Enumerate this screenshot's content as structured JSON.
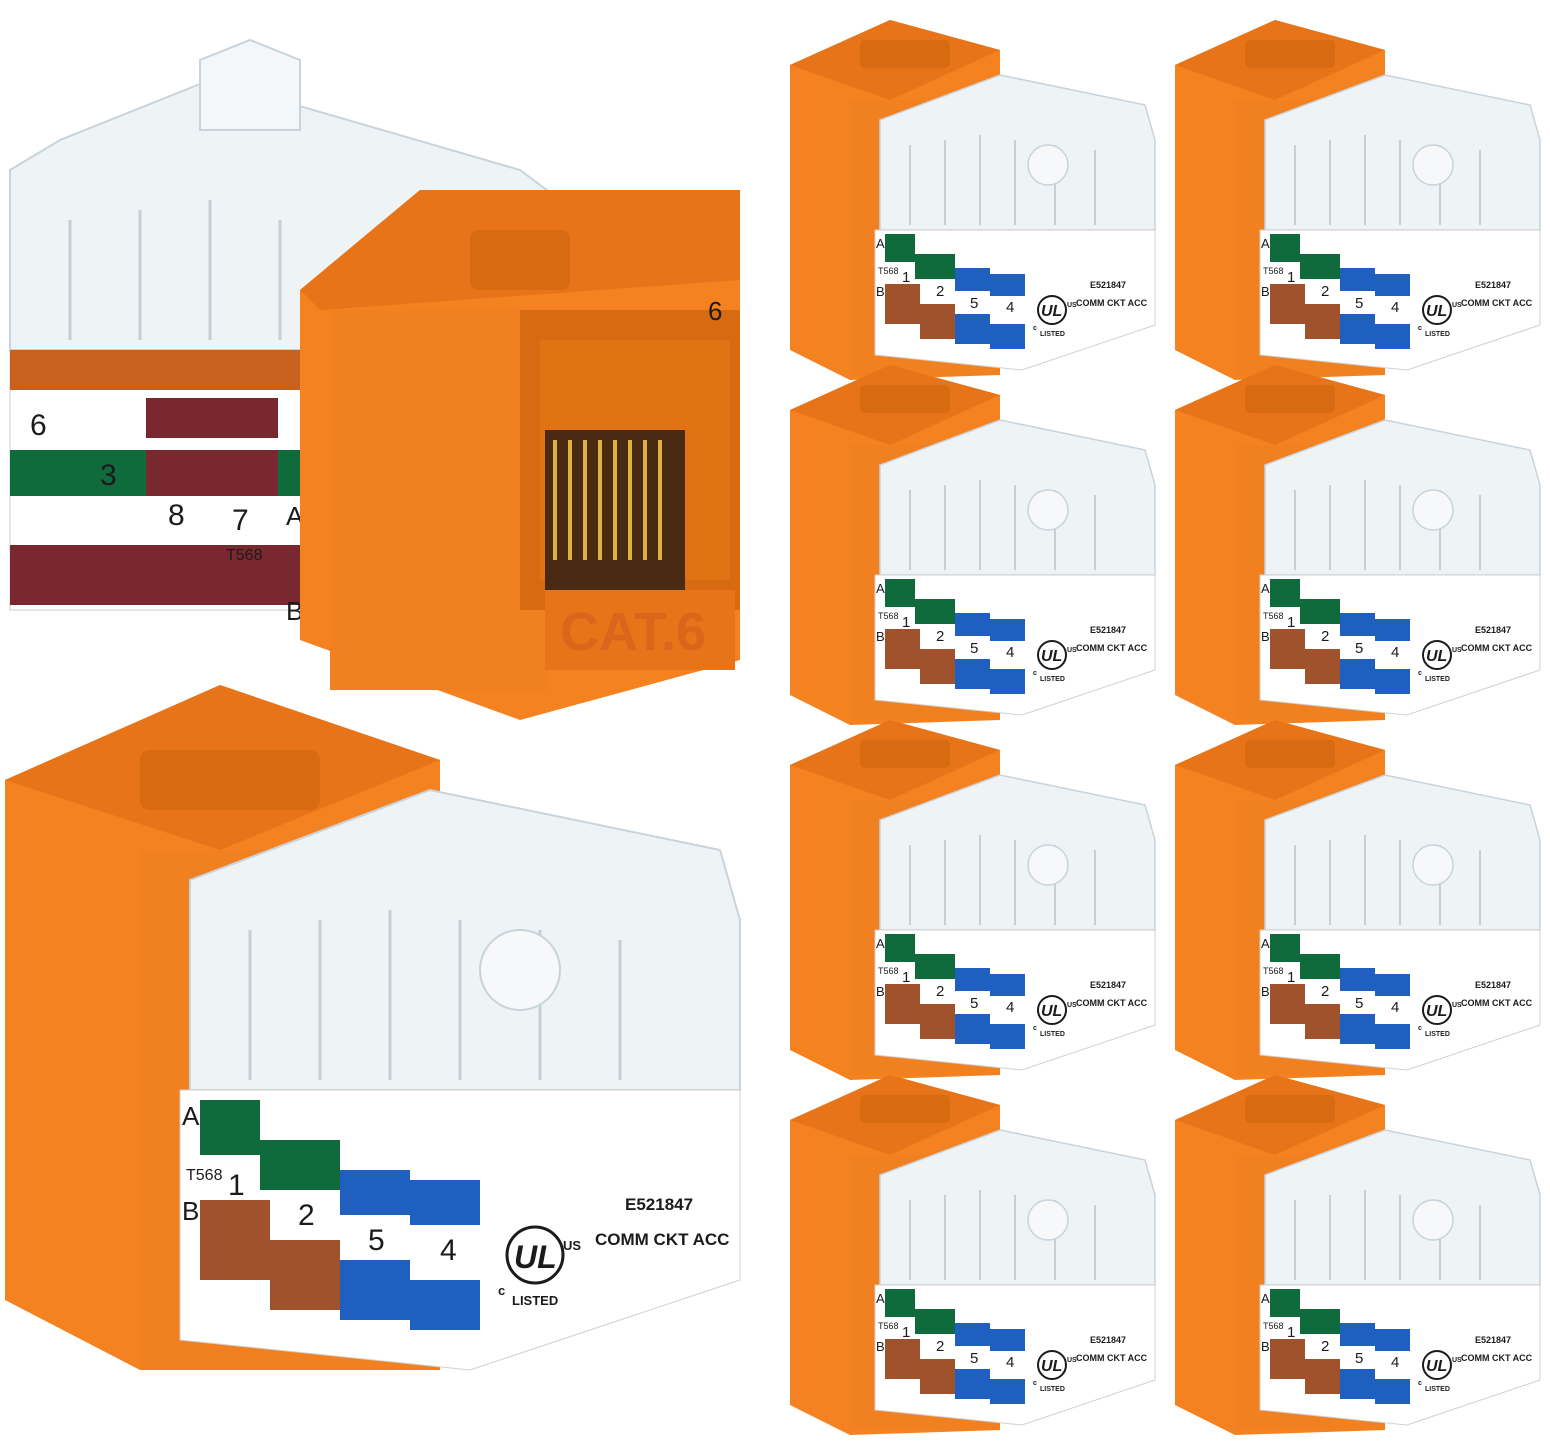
{
  "product": {
    "color_body": "#f58220",
    "color_body_dark": "#d86a12",
    "color_body_shade": "#e8741a",
    "color_cap": "#eef3f6",
    "color_label": "#ffffff",
    "wire_colors": {
      "green": "#0f6b3c",
      "brown": "#a0522d",
      "blue": "#1f5fbf",
      "maroon": "#7a2830",
      "orange": "#c8601e"
    }
  },
  "rear_jack": {
    "pins": [
      "6",
      "3",
      "8",
      "7"
    ],
    "standard": "T568",
    "row_a": "A",
    "row_b": "B",
    "cat_mark": "CAT.6",
    "corner_digit": "6"
  },
  "front_jack": {
    "pins": [
      "1",
      "2",
      "5",
      "4"
    ],
    "standard": "T568",
    "row_a": "A",
    "row_b": "B",
    "cert_number": "E521847",
    "cert_text": "COMM CKT ACC",
    "ul_mark": "UL",
    "ul_c": "c",
    "ul_us": "US",
    "ul_listed": "LISTED"
  }
}
